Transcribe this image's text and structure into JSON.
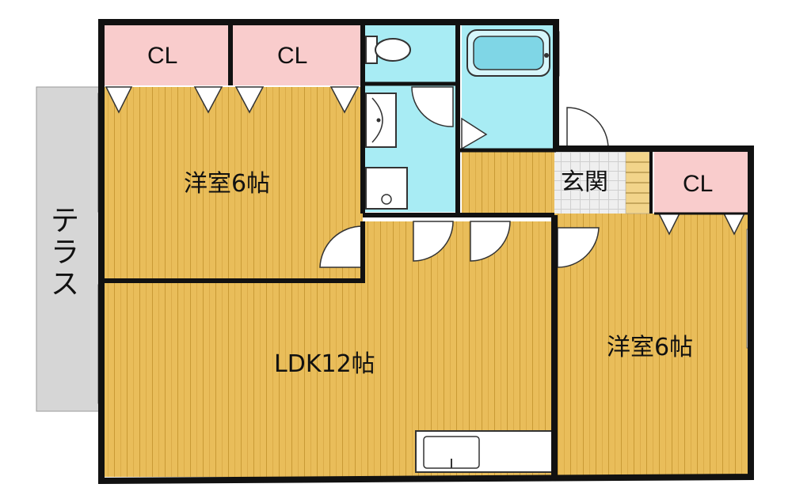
{
  "rooms": {
    "western_room_left": "洋室6帖",
    "western_room_right": "洋室6帖",
    "ldk": "LDK12帖",
    "entrance": "玄関",
    "closet_1": "CL",
    "closet_2": "CL",
    "closet_3": "CL"
  },
  "terrace": {
    "chars": [
      "テ",
      "ラ",
      "ス"
    ]
  },
  "colors": {
    "wood_floor": "#e9bd5a",
    "closet": "#f9cccc",
    "wet_area": "#a8ecf4",
    "terrace": "#d6d6d6",
    "wall": "#111111",
    "entrance_tile": "#eeeeee"
  }
}
